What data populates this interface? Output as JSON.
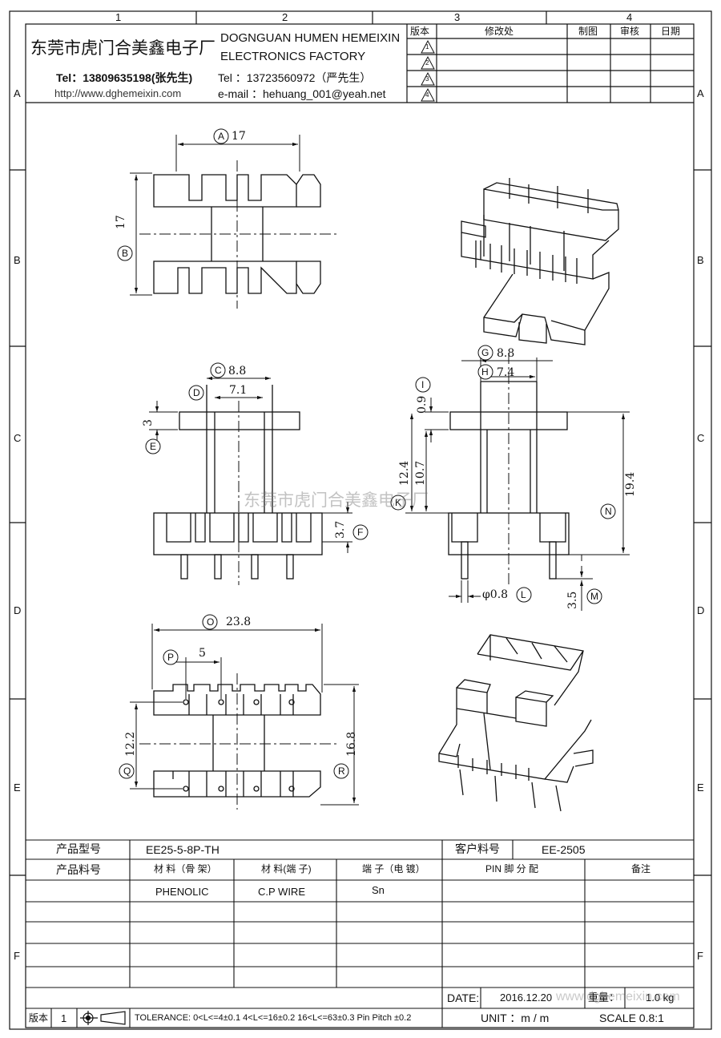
{
  "header": {
    "company_cn": "东莞市虎门合美鑫电子厂",
    "company_en_1": "DOGNGUAN HUMEN HEMEIXIN",
    "company_en_2": "ELECTRONICS FACTORY",
    "tel_1": "Tel：13809635198(张先生)",
    "tel_2": "Tel ：13723560972（严先生）",
    "website": "http://www.dghemeixin.com",
    "email": "e-mail ：hehuang_001@yeah.net"
  },
  "frame": {
    "columns": [
      "1",
      "2",
      "3",
      "4"
    ],
    "rows": [
      "A",
      "B",
      "C",
      "D",
      "E",
      "F"
    ]
  },
  "revision_table": {
    "headers": [
      "版本",
      "修改处",
      "制图",
      "审核",
      "日期"
    ],
    "revisions": [
      "1",
      "2",
      "3",
      "4"
    ]
  },
  "dimensions": {
    "A": "17",
    "B": "17",
    "C": "8.8",
    "D": "7.1",
    "E": "3",
    "F": "3.7",
    "G": "8.8",
    "H": "7.4",
    "I": "0.9",
    "J": "10.7",
    "K": "12.4",
    "L": "φ0.8",
    "M": "3.5",
    "N": "19.4",
    "O": "23.8",
    "P": "5",
    "Q": "12.2",
    "R": "16.8"
  },
  "watermark": "东莞市虎门合美鑫电子厂",
  "info_table": {
    "product_model_label": "产品型号",
    "product_model": "EE25-5-8P-TH",
    "customer_part_label": "客户料号",
    "customer_part": "EE-2505",
    "product_part_label": "产品料号",
    "material_bobbin_label": "材 料（骨 架）",
    "material_terminal_label": "材 料(端 子)",
    "terminal_plating_label": "端 子（电 镀）",
    "pin_assign_label": "PIN 脚 分 配",
    "remark_label": "备注",
    "material_bobbin": "PHENOLIC",
    "material_terminal": "C.P WIRE",
    "terminal_plating": "Sn",
    "date_label": "DATE:",
    "date": "2016.12.20",
    "weight_label": "重量：",
    "weight": "1.0 kg",
    "version_label": "版本",
    "version": "1",
    "tolerance": "TOLERANCE: 0<L<=4±0.1  4<L<=16±0.2  16<L<=63±0.3  Pin Pitch  ±0.2",
    "unit": "UNIT ：m / m",
    "scale": "SCALE  0.8:1"
  },
  "watermark_2": "www.dghemeixin.com"
}
